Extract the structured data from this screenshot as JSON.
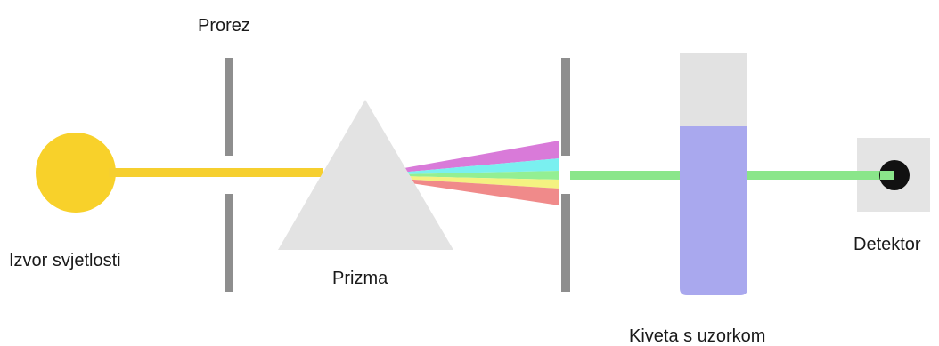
{
  "labels": {
    "slit": "Prorez",
    "light_source": "Izvor svjetlosti",
    "prism": "Prizma",
    "detector": "Detektor",
    "cuvette": "Kiveta s uzorkom"
  },
  "colors": {
    "light_source": "#f8d12a",
    "light_beam": "#f6cf2f",
    "slit_bars": "#8e8e8e",
    "prism": "#e3e3e3",
    "spectrum": [
      "#d97ad9",
      "#7af0f0",
      "#93ef93",
      "#f4f281",
      "#f08a8a"
    ],
    "selected_beam": "#8ae68a",
    "cuvette_empty": "#e2e2e2",
    "cuvette_sample": "#a9a8ee",
    "detector_box": "#e4e4e4",
    "detector_sensor": "#111111"
  }
}
